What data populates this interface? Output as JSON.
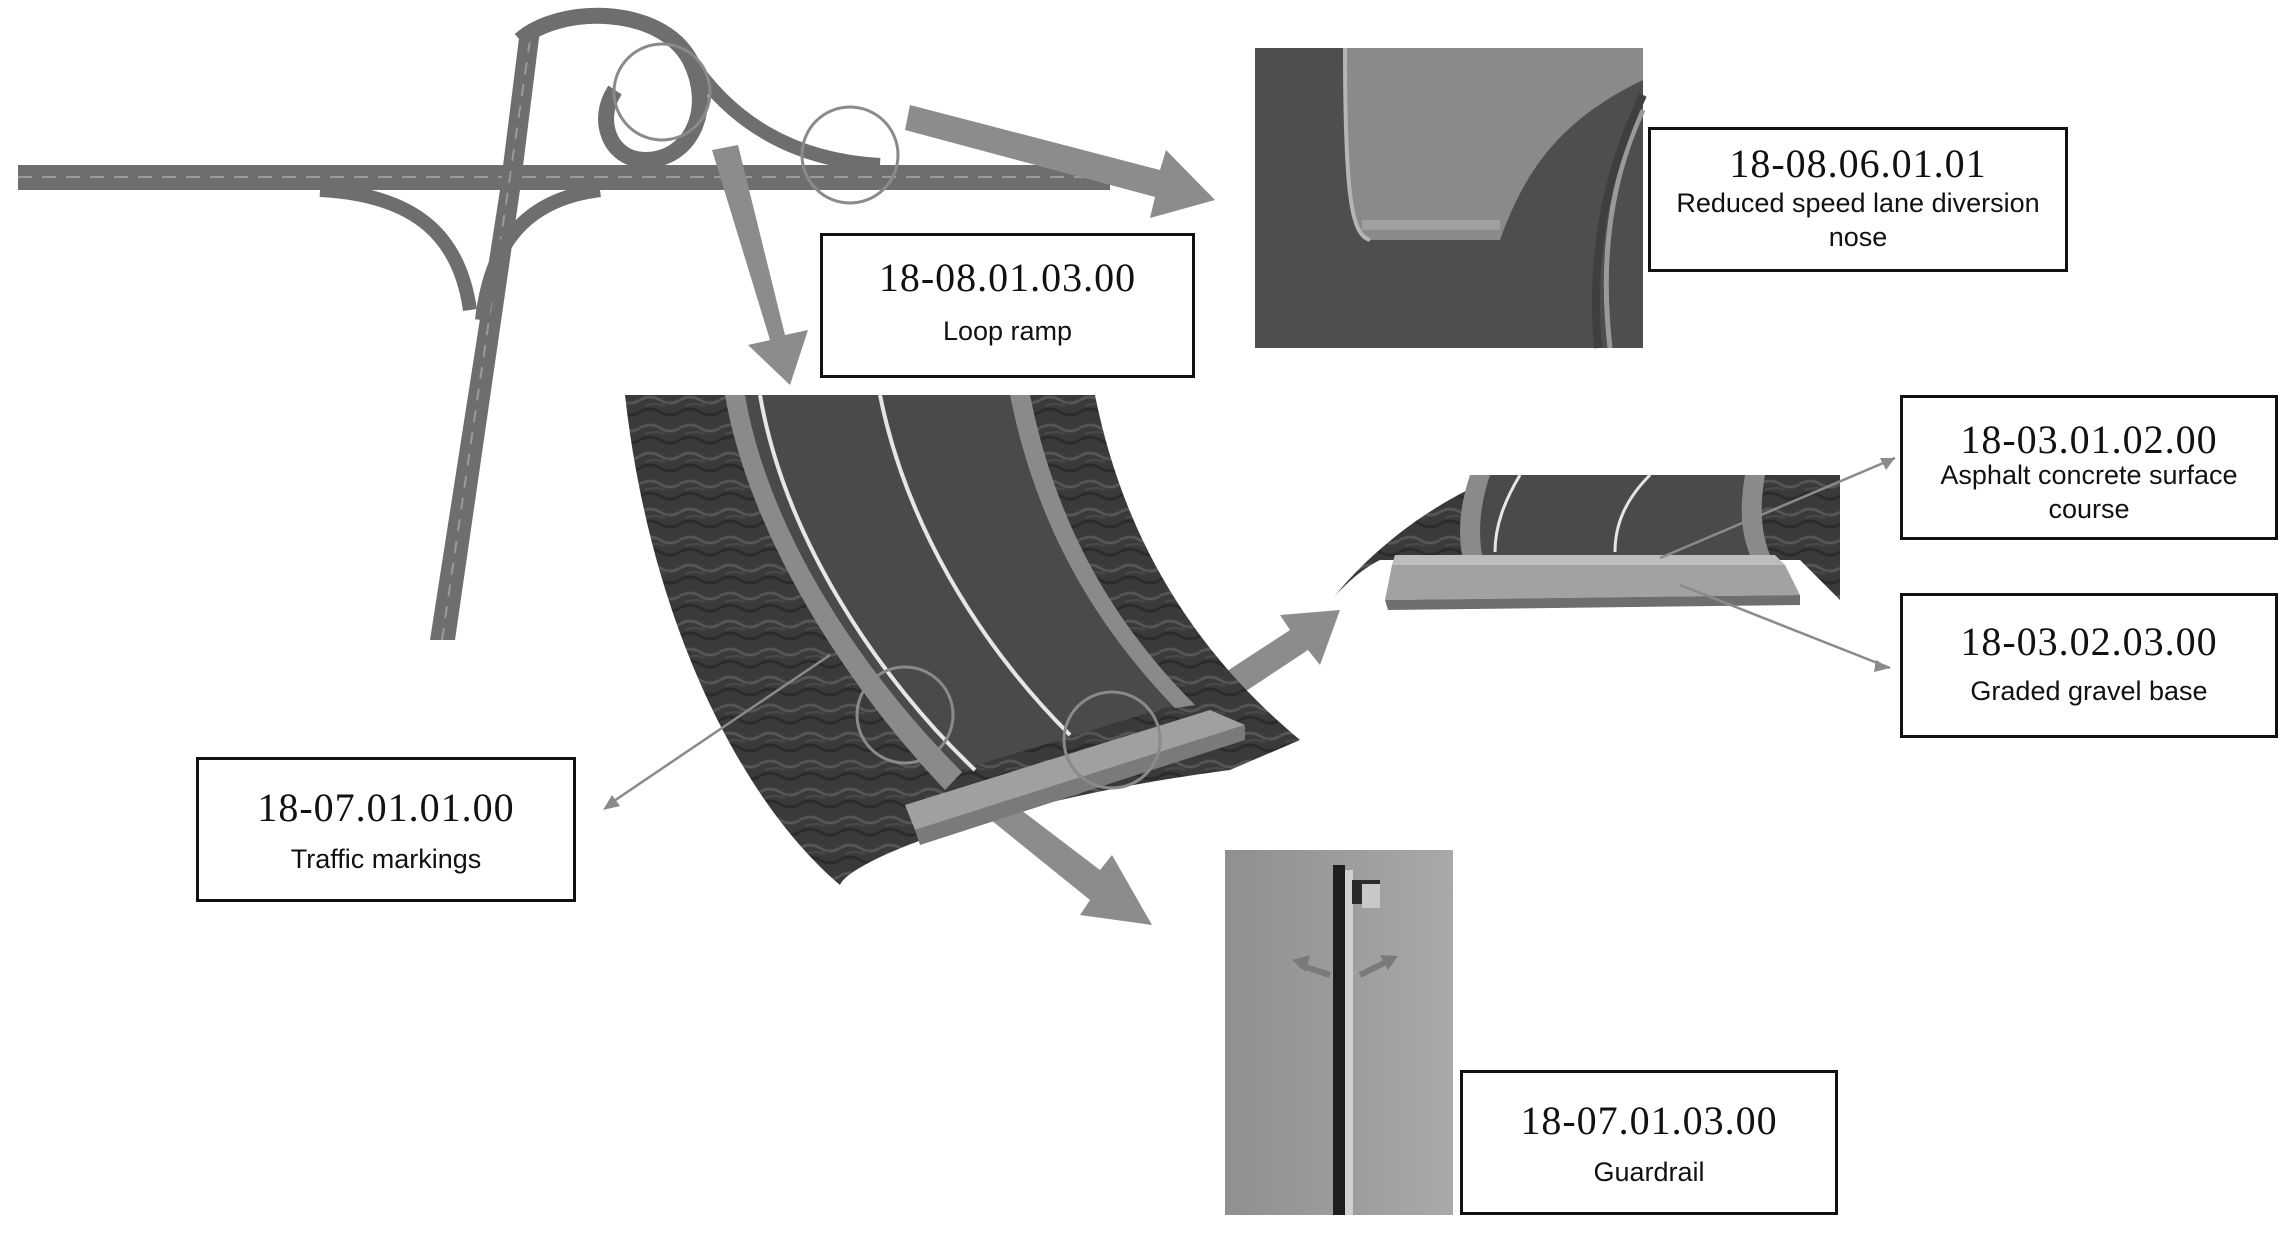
{
  "labels": {
    "loop_ramp": {
      "code": "18-08.01.03.00",
      "name": "Loop ramp"
    },
    "diversion_nose": {
      "code": "18-08.06.01.01",
      "name": "Reduced speed lane diversion nose"
    },
    "asphalt_surface": {
      "code": "18-03.01.02.00",
      "name": "Asphalt concrete surface course"
    },
    "gravel_base": {
      "code": "18-03.02.03.00",
      "name": "Graded gravel base"
    },
    "traffic_markings": {
      "code": "18-07.01.01.00",
      "name": "Traffic markings"
    },
    "guardrail": {
      "code": "18-07.01.03.00",
      "name": "Guardrail"
    }
  },
  "colors": {
    "road": "#6e6e6e",
    "asphalt": "#4a4a4a",
    "terrain": "#3c3c3c",
    "arrow": "#8c8c8c",
    "callout_circle": "#8a8a8a",
    "box_border": "#111111"
  }
}
